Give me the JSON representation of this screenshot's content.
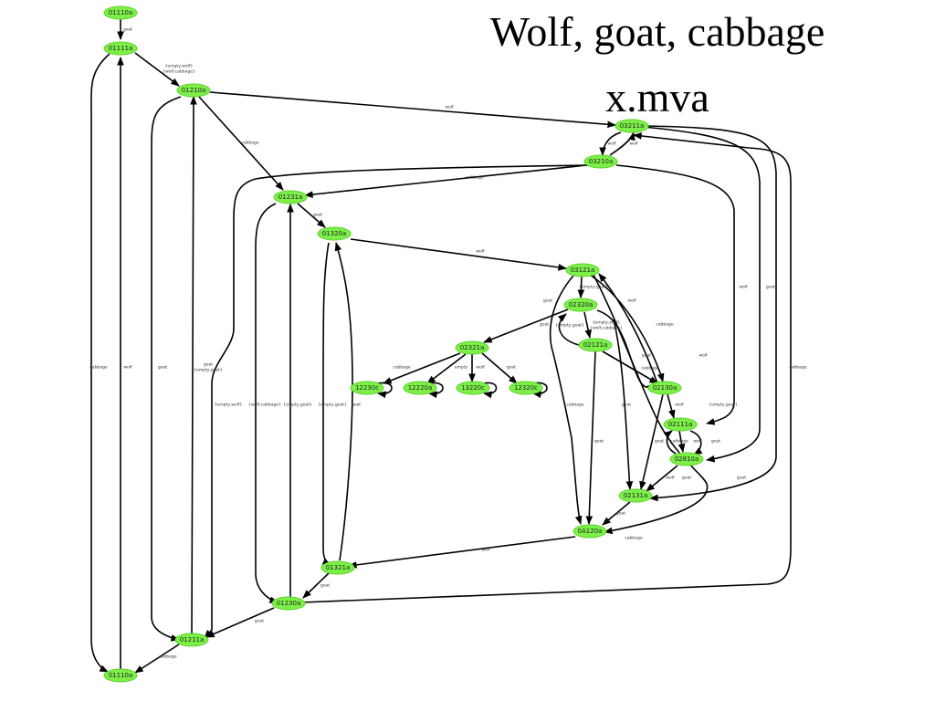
{
  "slide": {
    "title_line1": "Wolf, goat, cabbage",
    "title_line2": "x.mva"
  },
  "colors": {
    "node_fill": "#7cf049",
    "edge": "#000000"
  },
  "graph": {
    "nodes": [
      {
        "id": "n_top",
        "label": "01110a"
      },
      {
        "id": "n_01111a",
        "label": "01111a"
      },
      {
        "id": "n_01210a",
        "label": "01210a"
      },
      {
        "id": "n_03211a",
        "label": "03211a"
      },
      {
        "id": "n_03210a",
        "label": "03210a"
      },
      {
        "id": "n_01231a",
        "label": "01231a"
      },
      {
        "id": "n_01320a",
        "label": "01320a"
      },
      {
        "id": "n_03121a",
        "label": "03121a"
      },
      {
        "id": "n_02320a",
        "label": "02320a"
      },
      {
        "id": "n_02321a",
        "label": "02321a"
      },
      {
        "id": "n_02121a",
        "label": "02121a"
      },
      {
        "id": "n_12230c",
        "label": "12230c"
      },
      {
        "id": "n_12220a",
        "label": "12220a"
      },
      {
        "id": "n_13220c",
        "label": "13220c"
      },
      {
        "id": "n_12320c",
        "label": "12320c"
      },
      {
        "id": "n_02130a",
        "label": "02130a"
      },
      {
        "id": "n_02111a",
        "label": "02111a"
      },
      {
        "id": "n_02810a",
        "label": "02810a"
      },
      {
        "id": "n_02131a",
        "label": "02131a"
      },
      {
        "id": "n_0A120a",
        "label": "0A120a"
      },
      {
        "id": "n_01321a",
        "label": "01321a"
      },
      {
        "id": "n_01230a",
        "label": "01230a"
      },
      {
        "id": "n_01211a",
        "label": "01211a"
      },
      {
        "id": "n_bottom",
        "label": "01110a"
      }
    ],
    "edge_labels": [
      {
        "id": "l1",
        "text": "goat"
      },
      {
        "id": "l2a",
        "text": "{empty,wolf}"
      },
      {
        "id": "l2b",
        "text": "{wolf,cabbage}"
      },
      {
        "id": "l3",
        "text": "wolf"
      },
      {
        "id": "l4a",
        "text": "wolf"
      },
      {
        "id": "l4b",
        "text": "wolf"
      },
      {
        "id": "l5",
        "text": "cabbage"
      },
      {
        "id": "l6",
        "text": "cabbage"
      },
      {
        "id": "l7",
        "text": "goat"
      },
      {
        "id": "l8",
        "text": "wolf"
      },
      {
        "id": "l9",
        "text": "{empty,goat}"
      },
      {
        "id": "l10a",
        "text": "{empty,wolf}"
      },
      {
        "id": "l10b",
        "text": "{wolf,cabbage}"
      },
      {
        "id": "l11",
        "text": "goat"
      },
      {
        "id": "l12",
        "text": "{empty,goat}"
      },
      {
        "id": "l13",
        "text": "cabbage"
      },
      {
        "id": "l14",
        "text": "cabbage"
      },
      {
        "id": "l15",
        "text": "empty"
      },
      {
        "id": "l16",
        "text": "wolf"
      },
      {
        "id": "l17",
        "text": "goat"
      },
      {
        "id": "l18",
        "text": "cabbage"
      },
      {
        "id": "l19",
        "text": "wolf"
      },
      {
        "id": "l20",
        "text": "goat"
      },
      {
        "id": "l21",
        "text": "wolf"
      },
      {
        "id": "l22",
        "text": "goat"
      },
      {
        "id": "l23",
        "text": "goat"
      },
      {
        "id": "l24",
        "text": "cabbage"
      },
      {
        "id": "l25",
        "text": "{empty,goat}"
      },
      {
        "id": "l26",
        "text": "goat"
      },
      {
        "id": "l27",
        "text": "wolf"
      },
      {
        "id": "l28",
        "text": "cabbage"
      },
      {
        "id": "l29",
        "text": "goat"
      },
      {
        "id": "l30",
        "text": "wolf"
      },
      {
        "id": "l31",
        "text": "wolf"
      },
      {
        "id": "l32",
        "text": "goat"
      },
      {
        "id": "l33",
        "text": "cabbage"
      },
      {
        "id": "l34",
        "text": "wolf"
      },
      {
        "id": "l35",
        "text": "goat"
      },
      {
        "id": "l36",
        "text": "goat"
      },
      {
        "id": "l37",
        "text": "cabbage"
      },
      {
        "id": "l38",
        "text": "{empty,goat}"
      },
      {
        "id": "l39",
        "text": "goat"
      },
      {
        "id": "l40",
        "text": "goat"
      },
      {
        "id": "l41",
        "text": "goat"
      },
      {
        "id": "l42",
        "text": "{empty,goat}"
      },
      {
        "id": "l43a",
        "text": "{empty,wolf}"
      },
      {
        "id": "l43b",
        "text": "{wolf,cabbage}"
      },
      {
        "id": "l44",
        "text": "{empty,goat}"
      },
      {
        "id": "l45",
        "text": "cabbage"
      },
      {
        "id": "l46",
        "text": "cabbage"
      },
      {
        "id": "l47",
        "text": "goat"
      },
      {
        "id": "l48",
        "text": "goat"
      },
      {
        "id": "l49",
        "text": "goat"
      },
      {
        "id": "l50",
        "text": "wolf"
      },
      {
        "id": "l51",
        "text": "goat"
      },
      {
        "id": "l52",
        "text": "wolf"
      }
    ]
  }
}
